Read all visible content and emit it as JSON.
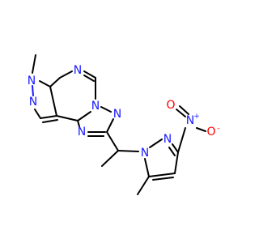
{
  "molecule": {
    "colors": {
      "carbon": "#000000",
      "nitrogen": "#1a1aff",
      "oxygen": "#ff0000",
      "background": "#ffffff"
    },
    "atom_labels": {
      "n_methyl": "N",
      "n_pyrazole_ring": "N",
      "n_pyrimidine_top": "N",
      "n_bridge": "N",
      "n_triazole_lower": "N",
      "n_triazole_right": "N",
      "n_pyrazole2_1": "N",
      "n_pyrazole2_2": "N",
      "n_nitro": "N",
      "n_nitro_charge": "+",
      "o_nitro_top": "O",
      "o_nitro_right": "O",
      "o_nitro_charge": "-"
    }
  }
}
